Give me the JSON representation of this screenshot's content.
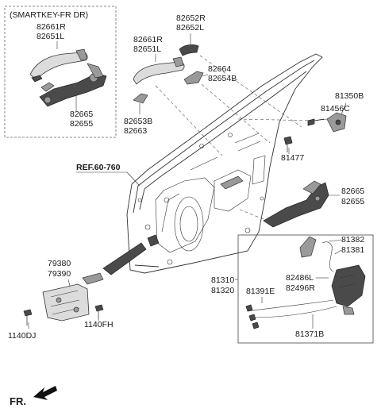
{
  "diagram": {
    "smartkey_box_title": "(SMARTKEY-FR DR)",
    "ref_label": "REF.60-760",
    "front_indicator": "FR.",
    "labels": {
      "p82661R_box": "82661R",
      "p82651L_box": "82651L",
      "p82665_box": "82665",
      "p82655_box": "82655",
      "p82652R": "82652R",
      "p82652L": "82652L",
      "p82661R": "82661R",
      "p82651L": "82651L",
      "p82664": "82664",
      "p82654B": "82654B",
      "p82653B": "82653B",
      "p82663": "82663",
      "p81350B": "81350B",
      "p81456C": "81456C",
      "p81477": "81477",
      "p82665": "82665",
      "p82655": "82655",
      "p79380": "79380",
      "p79390": "79390",
      "p81382": "81382",
      "p81381": "81381",
      "p81310": "81310",
      "p81320": "81320",
      "p81391E": "81391E",
      "p82486L": "82486L",
      "p82496R": "82496R",
      "p1140DJ": "1140DJ",
      "p1140FH": "1140FH",
      "p81371B": "81371B"
    }
  }
}
